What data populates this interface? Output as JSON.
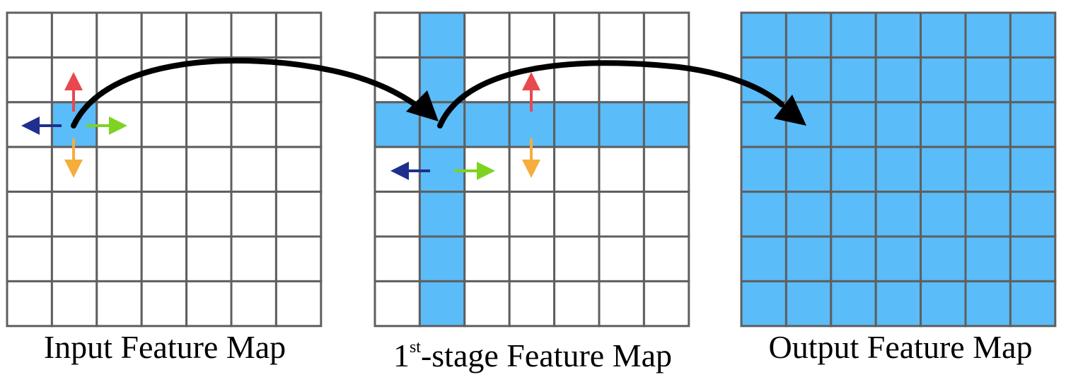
{
  "colors": {
    "cell_fill": "#5abcf8",
    "grid_line": "#5f5f5f",
    "arrow_up": "#e8484e",
    "arrow_down": "#f5ad3b",
    "arrow_left": "#1f2f8e",
    "arrow_right": "#7ed321",
    "connector": "#000000"
  },
  "grid_size": 7,
  "maps": [
    {
      "id": "input",
      "caption": "Input Feature Map",
      "highlighted": [
        [
          2,
          1
        ]
      ]
    },
    {
      "id": "stage1",
      "caption_prefix": "1",
      "caption_sup": "st",
      "caption_suffix": "-stage Feature Map",
      "highlighted_rows": [
        2
      ],
      "highlighted_cols": [
        1
      ]
    },
    {
      "id": "output",
      "caption": "Output Feature Map",
      "highlighted_all": true
    }
  ],
  "icons": [
    "arrow-up-icon",
    "arrow-down-icon",
    "arrow-left-icon",
    "arrow-right-icon",
    "curved-arrow-icon"
  ]
}
